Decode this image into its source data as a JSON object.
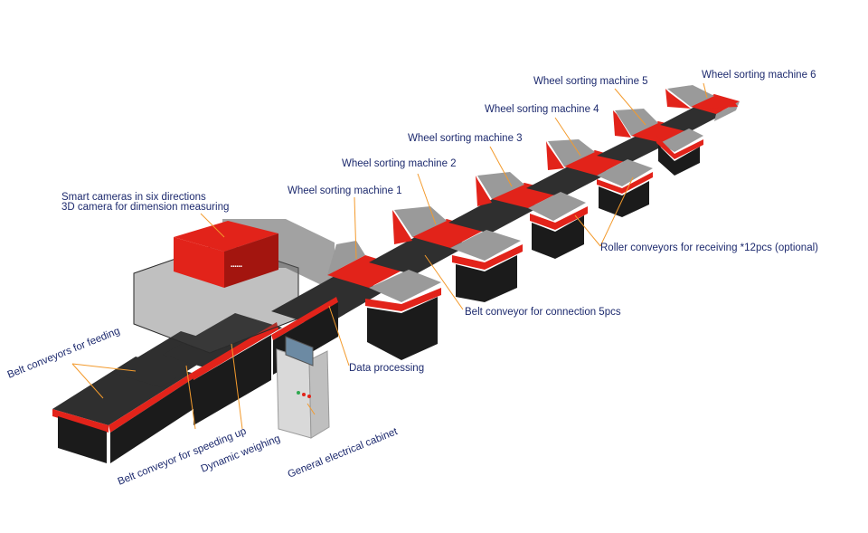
{
  "labels": {
    "smart_cameras": "Smart cameras in six directions",
    "camera_3d": "3D camera for dimension measuring",
    "wheel_1": "Wheel sorting machine 1",
    "wheel_2": "Wheel sorting machine 2",
    "wheel_3": "Wheel sorting machine 3",
    "wheel_4": "Wheel sorting machine 4",
    "wheel_5": "Wheel sorting machine 5",
    "wheel_6": "Wheel sorting machine 6",
    "roller_receiving": "Roller conveyors for receiving *12pcs (optional)",
    "belt_connection": "Belt conveyor for connection 5pcs",
    "data_processing": "Data processing",
    "belt_feeding": "Belt conveyors for feeding",
    "belt_speeding": "Belt conveyor for speeding up",
    "dynamic_weighing": "Dynamic weighing",
    "electrical_cabinet": "General electrical cabinet"
  },
  "colors": {
    "frame_red": "#e2231a",
    "belt_dark": "#2f2f2f",
    "roller_gray": "#9a9a9a",
    "label_text": "#1d2a6e",
    "leader_line": "#f39a2c"
  }
}
